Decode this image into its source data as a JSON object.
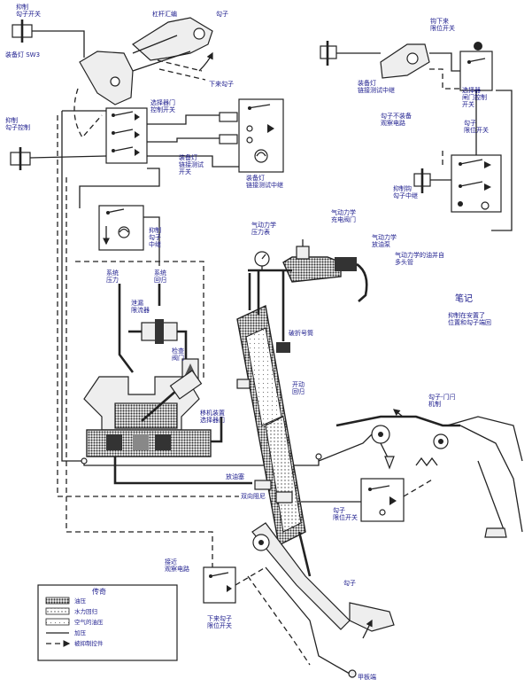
{
  "labels": {
    "hold_hook_switch": "抑制\n勾子开关",
    "lever_chain": "杠杆汇编",
    "hook_top": "勾子",
    "gear_lamp_sw3": "装备灯 SW3",
    "hook_lower": "下来勾子",
    "selector_valve_sw": "选择器门\n控制开关",
    "hold_hook_ctrl": "抑制\n勾子控制",
    "gear_lamp_test_relay_l": "装备灯\n链接测试\n开关",
    "gear_lamp_test_relay_r": "装备灯\n链接测试中继",
    "hook_down_limit_sw": "钩下来\n限位开关",
    "gear_lamp_test_relay_tr": "装备灯\n链接测试中继",
    "selector_gate_limit_sw": "选择器\n闸门控制\n开关",
    "hook_not_gear_circuit": "勾子不装备\n观察电路",
    "hook_limit_sw_r": "勾子\n限位开关",
    "hold_hook_relay_r": "抑制钩\n勾子中继",
    "hold_hook_relay": "抑制\n勾子\n中继",
    "pneumatic_gauge": "气动力学\n压力表",
    "pneumatic_fill_valve": "气动力学\n充电阀门",
    "pneumatic_vent": "气动力学\n放油泵",
    "pneumatic_oil_bottle": "气动力学的油并自\n多头管",
    "system_pressure": "系统\n压力",
    "system_return": "系统\n回归",
    "relief_restrictor": "泄漏\n限流器",
    "check_valve": "检查\n阀门",
    "breakaway_cylinder": "破折号筒",
    "open_return": "开动\n回归",
    "maneuver_selector_valve": "移机装置\n选择器门",
    "drain_plug": "放油塞",
    "dual_damper": "双向阻尼",
    "hook_gate_mech": "勾子-门闩\n机制",
    "hook_limit_sw": "勾子\n限位开关",
    "approach_circuit": "接近\n观察电路",
    "hook_bottom": "勾子",
    "lower_hook_limit_sw": "下来勾子\n限位开关",
    "deck_end": "甲板端"
  },
  "notes": {
    "title": "笔记",
    "body": "抑制在安置了\n位置和勾子端回"
  },
  "legend": {
    "title": "传奇",
    "items": [
      {
        "label": "油压",
        "pattern": "dense"
      },
      {
        "label": "水力回归",
        "pattern": "dots"
      },
      {
        "label": "空气的油压",
        "pattern": "light"
      },
      {
        "label": "加压",
        "pattern": "line"
      },
      {
        "label": "被抑制控件",
        "pattern": "dash"
      }
    ]
  },
  "colors": {
    "ink": "#222222",
    "label": "#1a1a8c",
    "fill_light": "#eeeeee",
    "fill_mid": "#bbbbbb",
    "fill_dark": "#555555"
  }
}
